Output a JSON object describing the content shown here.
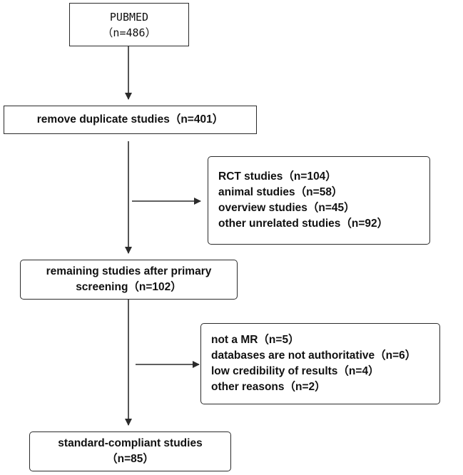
{
  "source_box": {
    "title": "PUBMED",
    "count": "（n=486）"
  },
  "step_dedup": {
    "label": "remove duplicate studies（n=401）"
  },
  "exclusions_first": {
    "items": [
      "RCT studies（n=104）",
      "animal studies（n=58）",
      "overview studies（n=45）",
      "other unrelated studies（n=92）"
    ]
  },
  "step_primary": {
    "line1": "remaining studies after primary",
    "line2": "screening（n=102）"
  },
  "exclusions_second": {
    "items": [
      "not a MR（n=5）",
      "databases are not authoritative（n=6）",
      "low credibility of results（n=4）",
      "other reasons（n=2）"
    ]
  },
  "step_final": {
    "line1": "standard-compliant studies",
    "line2": "（n=85）"
  },
  "colors": {
    "line": "#2b2b2b",
    "box_border": "#2b2b2b",
    "background": "#ffffff"
  }
}
